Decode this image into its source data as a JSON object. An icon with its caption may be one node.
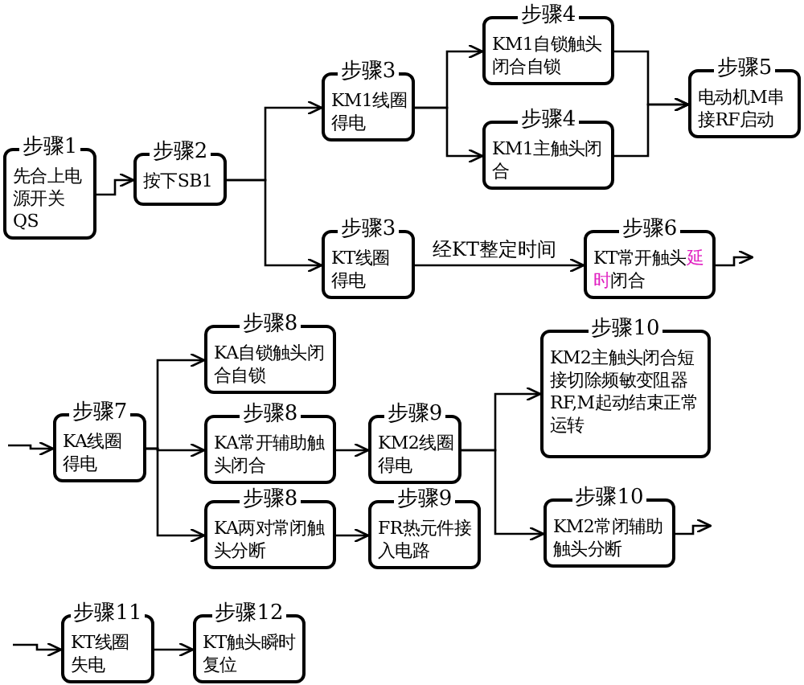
{
  "diagram": {
    "nodes": [
      {
        "text": [
          "步骤1",
          "先合上电源开关QS"
        ]
      },
      {
        "text": [
          "步骤2",
          "按下SB1"
        ]
      },
      {
        "text": [
          "步骤3",
          "KM1线圈得电"
        ]
      },
      {
        "text": [
          "步骤3",
          "KT线圈得电"
        ]
      },
      {
        "text": [
          "步骤4",
          "KM1自锁触头闭合自锁"
        ]
      },
      {
        "text": [
          "步骤4",
          "KM1主触头闭合"
        ]
      },
      {
        "text": [
          "步骤5",
          "电动机M串接RF启动"
        ]
      },
      {
        "text": [
          "步骤6",
          "KT常开触头**延时**闭合"
        ]
      },
      {
        "text": [
          "步骤7",
          "KA线圈得电"
        ]
      },
      {
        "text": [
          "步骤8",
          "KA自锁触头闭合自锁"
        ]
      },
      {
        "text": [
          "步骤8",
          "KA常开辅助触头闭合"
        ]
      },
      {
        "text": [
          "步骤8",
          "KA两对常闭触头分断"
        ]
      },
      {
        "text": [
          "步骤9",
          "KM2线圈得电"
        ]
      },
      {
        "text": [
          "步骤9",
          "FR热元件接入电路"
        ]
      },
      {
        "text": [
          "步骤10",
          "KM2主触头闭合短接切除频敏变阻器RF,M起动结束正常运转"
        ]
      },
      {
        "text": [
          "步骤10",
          "KM2常闭辅助触头分断"
        ]
      },
      {
        "text": [
          "步骤11",
          "KT线圈失电"
        ]
      },
      {
        "text": [
          "步骤12",
          "KT触头瞬时复位"
        ]
      }
    ],
    "edges": [
      {
        "from": 0,
        "to": 1,
        "arrow": "to"
      },
      {
        "from": 1,
        "to": 2,
        "arrow": "to"
      },
      {
        "from": 1,
        "to": 3,
        "arrow": "to"
      },
      {
        "from": 2,
        "to": 4,
        "arrow": "to"
      },
      {
        "from": 2,
        "to": 5,
        "arrow": "to"
      },
      {
        "from": 4,
        "to": 6,
        "arrow": "to"
      },
      {
        "from": 5,
        "to": 6,
        "arrow": "to"
      },
      {
        "from": 3,
        "to": 7,
        "arrow": "to",
        "label": "经KT整定时间"
      },
      {
        "from": 7,
        "to": null,
        "arrow": "to"
      },
      {
        "from": null,
        "to": 8,
        "arrow": "to"
      },
      {
        "from": 8,
        "to": 9,
        "arrow": "to"
      },
      {
        "from": 8,
        "to": 10,
        "arrow": "to"
      },
      {
        "from": 8,
        "to": 11,
        "arrow": "to"
      },
      {
        "from": 10,
        "to": 12,
        "arrow": "to"
      },
      {
        "from": 11,
        "to": 13,
        "arrow": "to"
      },
      {
        "from": 12,
        "to": 14,
        "arrow": "to"
      },
      {
        "from": 12,
        "to": 15,
        "arrow": "to"
      },
      {
        "from": 15,
        "to": null,
        "arrow": "to"
      },
      {
        "from": null,
        "to": 16,
        "arrow": "to"
      },
      {
        "from": 16,
        "to": 17,
        "arrow": "to"
      }
    ]
  }
}
